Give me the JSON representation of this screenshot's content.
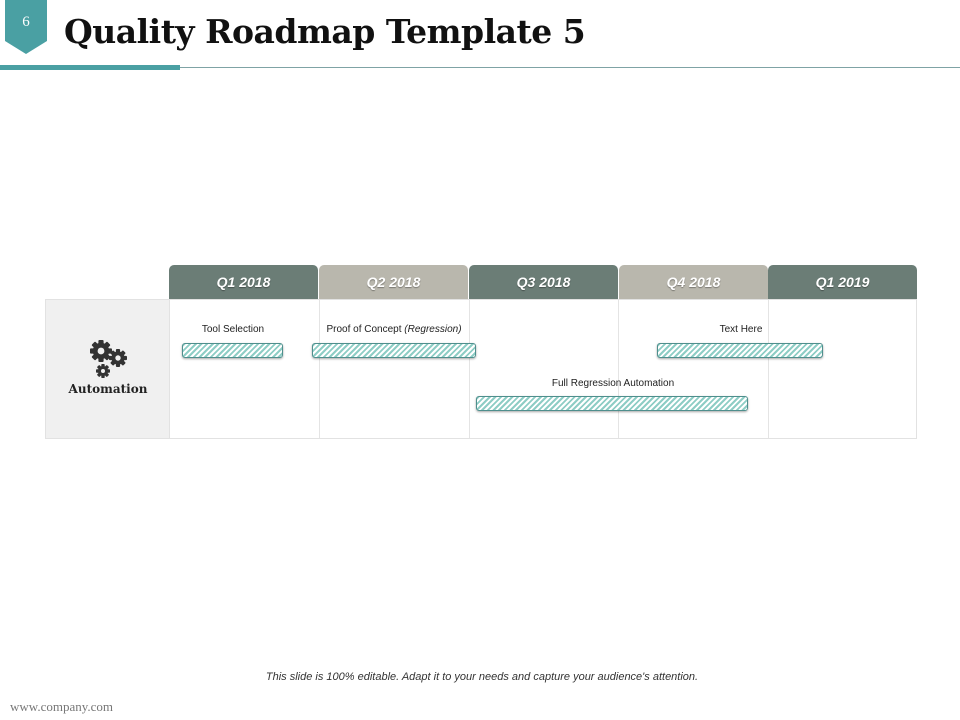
{
  "slide": {
    "number": "6",
    "title": "Quality Roadmap Template 5",
    "accent_color": "#4aa0a3"
  },
  "roadmap": {
    "quarters": [
      {
        "label": "Q1 2018",
        "color": "#6b7d76"
      },
      {
        "label": "Q2 2018",
        "color": "#b9b7ad"
      },
      {
        "label": "Q3 2018",
        "color": "#6b7d76"
      },
      {
        "label": "Q4 2018",
        "color": "#b9b7ad"
      },
      {
        "label": "Q1 2019",
        "color": "#6b7d76"
      }
    ],
    "category": {
      "label": "Automation",
      "icon": "gears-icon"
    },
    "tasks": [
      {
        "label": "Tool Selection",
        "label_italic": ""
      },
      {
        "label": "Proof of Concept ",
        "label_italic": "(Regression)"
      },
      {
        "label": "Text Here",
        "label_italic": ""
      },
      {
        "label": "Full Regression Automation",
        "label_italic": ""
      }
    ],
    "bar_color": "#8ecdc5"
  },
  "footer": {
    "note": "This slide is 100% editable. Adapt it to your needs and capture your audience's attention.",
    "url": "www.company.com"
  }
}
